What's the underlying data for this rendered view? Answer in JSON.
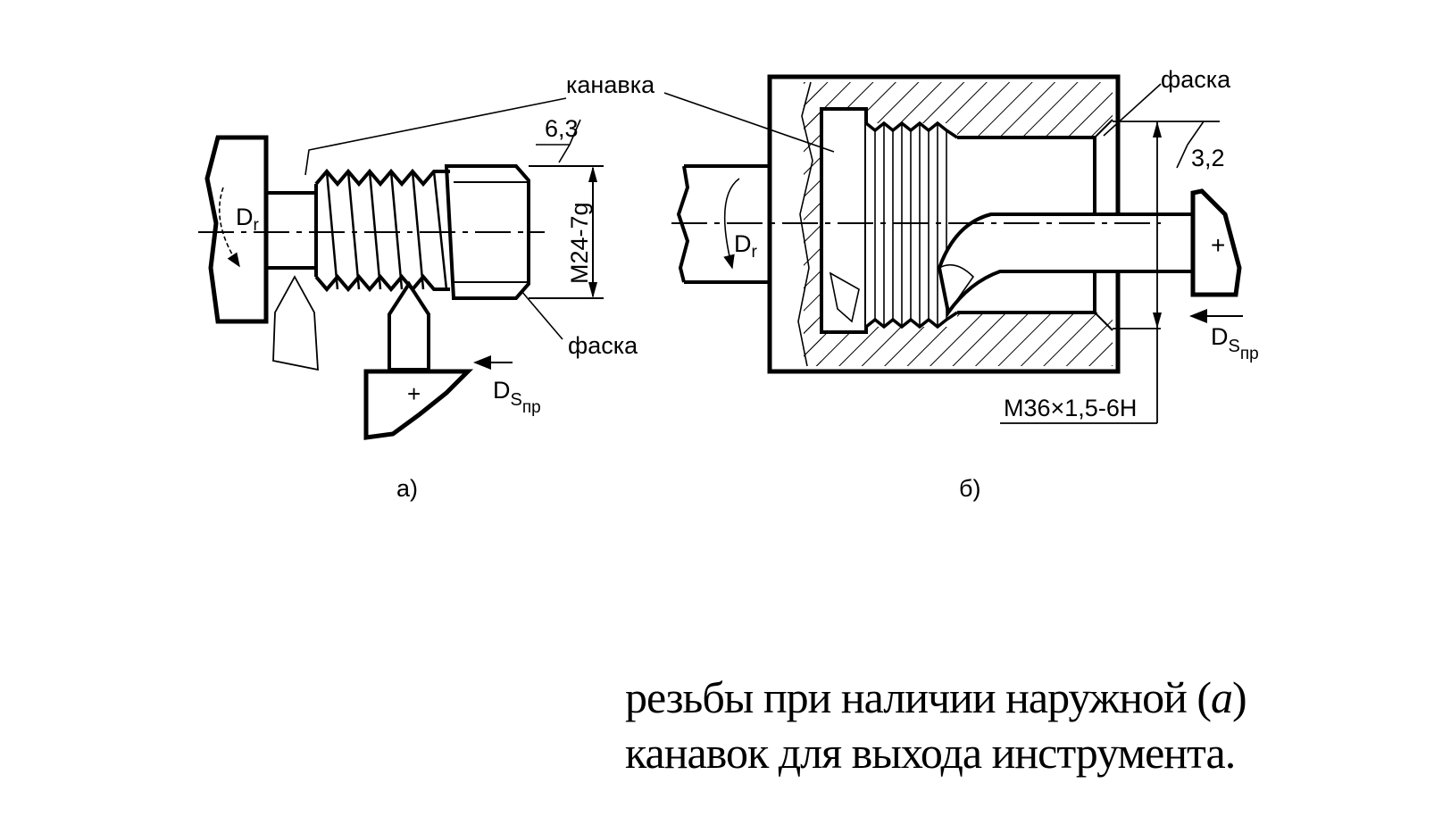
{
  "figure_a": {
    "label_groove": "канавка",
    "roughness": "6,3",
    "thread_designation": "M24-7g",
    "label_chamfer": "фаска",
    "rotation_main": "D",
    "rotation_sub": "r",
    "feed_main": "D",
    "feed_sub": "S",
    "feed_sub2": "пр",
    "tool_sign": "+",
    "caption": "а)"
  },
  "figure_b": {
    "label_chamfer": "фаска",
    "roughness": "3,2",
    "thread_designation": "М36×1,5-6Н",
    "rotation_main": "D",
    "rotation_sub": "r",
    "feed_main": "D",
    "feed_sub": "S",
    "feed_sub2": "пр",
    "tool_sign": "+",
    "caption": "б)"
  },
  "figure_caption": {
    "line1_text": "резьбы при наличии наружной (",
    "line1_italic": "а",
    "line1_end": ")",
    "line2": "канавок для выхода инструмента."
  }
}
